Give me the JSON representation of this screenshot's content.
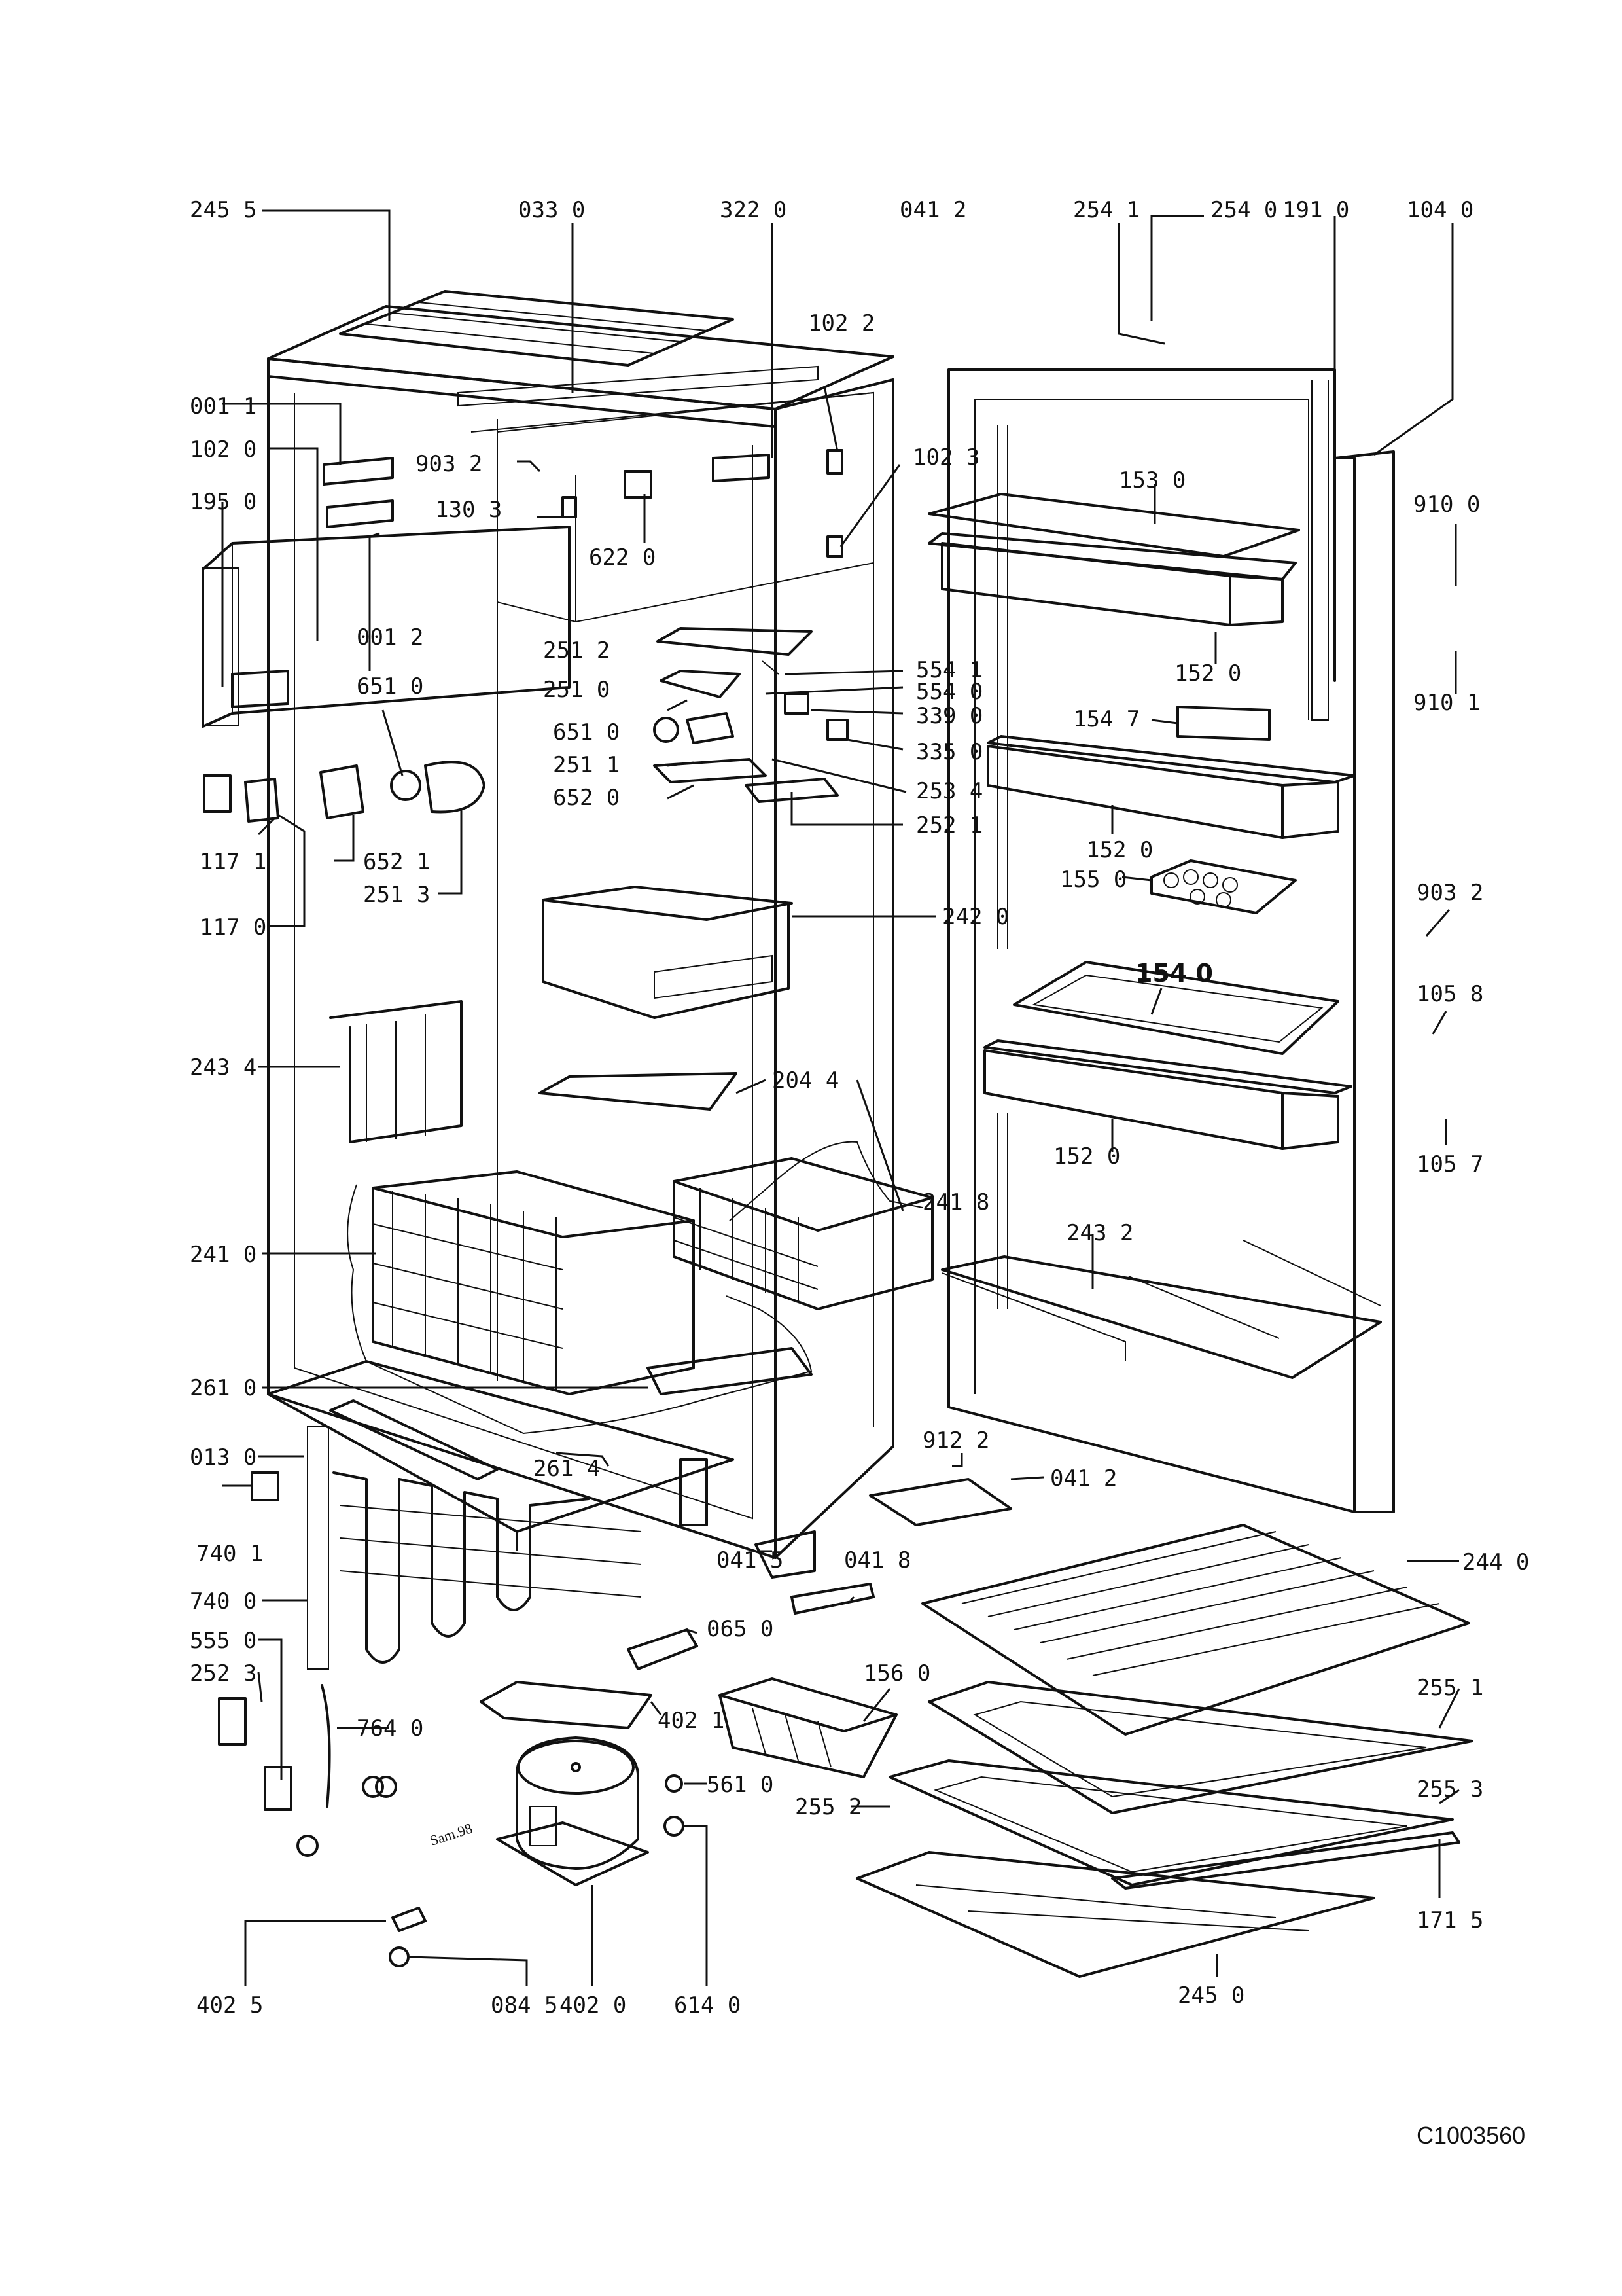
{
  "reference_code": "C1003560",
  "signature": "Sam.98",
  "labels": {
    "l2455": "245 5",
    "l0330": "033 0",
    "l3220": "322 0",
    "l0412a": "041 2",
    "l2541": "254 1",
    "l2540": "254 0",
    "l1910": "191 0",
    "l1040": "104 0",
    "l1022": "102 2",
    "l0011": "001 1",
    "l1020": "102 0",
    "l9032a": "903 2",
    "l1023": "102 3",
    "l1303": "130 3",
    "l1950": "195 0",
    "l6220": "622 0",
    "l1530": "153 0",
    "l9100": "910 0",
    "l0012": "001 2",
    "l2512": "251 2",
    "l5541": "554 1",
    "l1520a": "152 0",
    "l2510": "251 0",
    "l5540": "554 0",
    "l9101": "910 1",
    "l6510a": "651 0",
    "l6510b": "651 0",
    "l3390": "339 0",
    "l1547": "154 7",
    "l2511": "251 1",
    "l3350": "335 0",
    "l6520": "652 0",
    "l2534": "253 4",
    "l2521": "252 1",
    "l1520b": "152 0",
    "l1171": "117 1",
    "l6521": "652 1",
    "l2513": "251 3",
    "l1550": "155 0",
    "l9032b": "903 2",
    "l1170": "117 0",
    "l2420": "242 0",
    "l1540": "154 0",
    "l1058": "105 8",
    "l2434": "243 4",
    "l2044": "204 4",
    "l1520c": "152 0",
    "l1057": "105 7",
    "l2418": "241 8",
    "l2410": "241 0",
    "l2432": "243 2",
    "l2610": "261 0",
    "l9122": "912 2",
    "l0130": "013 0",
    "l2614": "261 4",
    "l0412b": "041 2",
    "l7401": "740 1",
    "l0415": "041 5",
    "l0418": "041 8",
    "l2440": "244 0",
    "l7400": "740 0",
    "l0650": "065 0",
    "l5550": "555 0",
    "l1560": "156 0",
    "l2523": "252 3",
    "l4021": "402 1",
    "l2551": "255 1",
    "l7640": "764 0",
    "l5610": "561 0",
    "l2552": "255 2",
    "l2553": "255 3",
    "l1715": "171 5",
    "l4025": "402 5",
    "l0845": "084 5",
    "l4020": "402 0",
    "l6140": "614 0",
    "l2450": "245 0"
  }
}
